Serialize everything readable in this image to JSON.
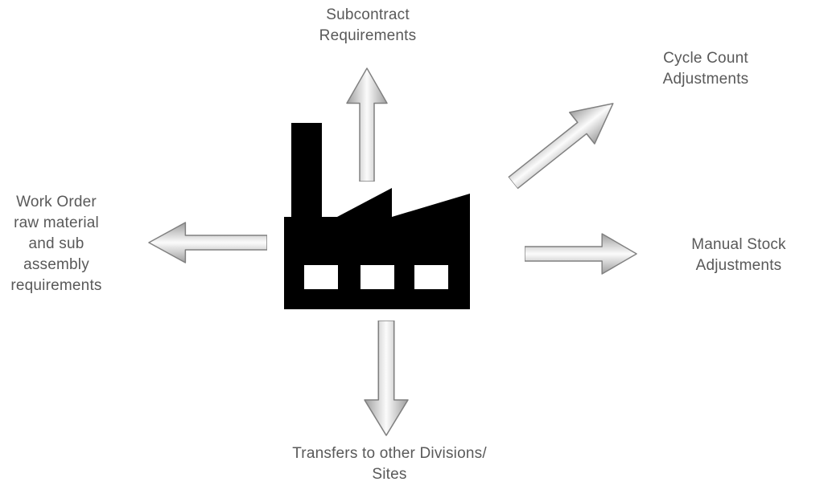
{
  "diagram": {
    "title": "ERP inventory transaction flows around manufacturing site",
    "center_icon": "factory-icon",
    "colors": {
      "label_text": "#595959",
      "factory_fill": "#000000",
      "arrow_edge": "#9d9d9d",
      "arrow_center": "#fbfbfb",
      "arrow_outline": "#808080",
      "background": "#ffffff"
    }
  },
  "labels": {
    "subcontract": {
      "text": "Subcontract Requirements",
      "lines": [
        "Subcontract",
        "Requirements"
      ]
    },
    "cycle_count": {
      "text": "Cycle Count Adjustments",
      "lines": [
        "Cycle Count",
        "Adjustments"
      ]
    },
    "manual_stock": {
      "text": "Manual Stock Adjustments",
      "lines": [
        "Manual Stock",
        "Adjustments"
      ]
    },
    "work_order": {
      "text": "Work Order raw material and sub assembly requirements",
      "lines": [
        "Work Order",
        "raw material",
        "and sub",
        "assembly",
        "requirements"
      ]
    },
    "transfers": {
      "text": "Transfers to other Divisions/ Sites",
      "lines": [
        "Transfers to other Divisions/",
        "Sites"
      ]
    }
  }
}
